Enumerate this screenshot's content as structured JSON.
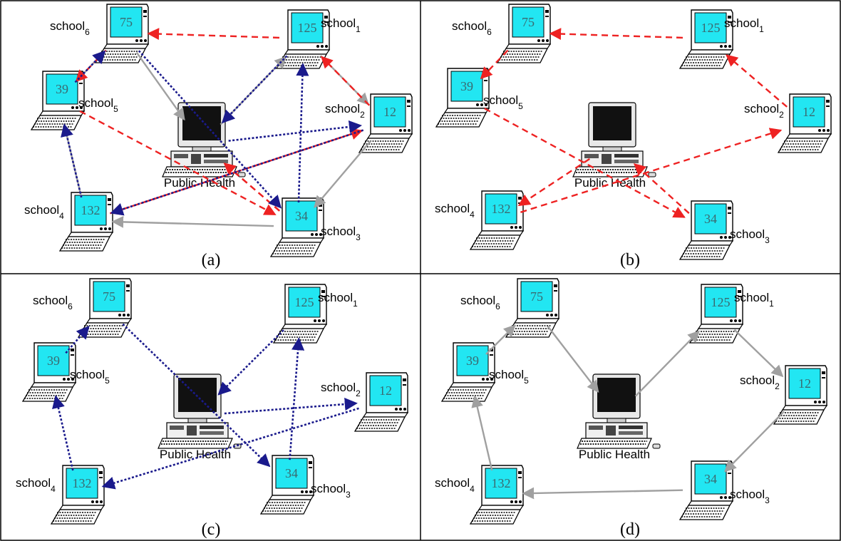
{
  "colors": {
    "grid_line": "#000000",
    "screen": "#22e6f2",
    "monitor_dark": "#1a1a1a",
    "red_dashed": "#ee2222",
    "blue_dotted": "#1a1a8c",
    "gray_solid": "#a0a0a0"
  },
  "hub": {
    "label": "Public Health",
    "icon": "desktop-computer-icon"
  },
  "school_prefix": "school",
  "panels": [
    {
      "caption": "(a)",
      "schools": [
        {
          "sub": "1",
          "value": "125"
        },
        {
          "sub": "2",
          "value": "12"
        },
        {
          "sub": "3",
          "value": "34"
        },
        {
          "sub": "4",
          "value": "132"
        },
        {
          "sub": "5",
          "value": "39"
        },
        {
          "sub": "6",
          "value": "75"
        }
      ],
      "edges": {
        "red_dashed": [
          [
            "s1",
            "s6"
          ],
          [
            "s6",
            "s5"
          ],
          [
            "s5",
            "s3"
          ],
          [
            "s2",
            "s1"
          ],
          [
            "s2",
            "s4"
          ],
          [
            "s3",
            "PH"
          ],
          [
            "s4",
            "s2"
          ],
          [
            "s3",
            "PH"
          ]
        ],
        "blue_dotted": [
          [
            "s1",
            "PH"
          ],
          [
            "s3",
            "s1"
          ],
          [
            "s6",
            "s3"
          ],
          [
            "s5",
            "s6"
          ],
          [
            "s4",
            "s5"
          ],
          [
            "PH",
            "s2"
          ],
          [
            "s2",
            "s4"
          ]
        ],
        "gray_solid": [
          [
            "s6",
            "PH"
          ],
          [
            "PH",
            "s1"
          ],
          [
            "s1",
            "s2"
          ],
          [
            "s2",
            "s3"
          ],
          [
            "s3",
            "s4"
          ],
          [
            "s4",
            "s5"
          ],
          [
            "s5",
            "s6"
          ]
        ]
      }
    },
    {
      "caption": "(b)",
      "schools": [
        {
          "sub": "1",
          "value": "125"
        },
        {
          "sub": "2",
          "value": "12"
        },
        {
          "sub": "3",
          "value": "34"
        },
        {
          "sub": "4",
          "value": "132"
        },
        {
          "sub": "5",
          "value": "39"
        },
        {
          "sub": "6",
          "value": "75"
        }
      ],
      "edges": {
        "red_dashed": [
          [
            "s1",
            "s6"
          ],
          [
            "s6",
            "s5"
          ],
          [
            "s5",
            "s3"
          ],
          [
            "s2",
            "s1"
          ],
          [
            "PH",
            "s4"
          ],
          [
            "s4",
            "s2"
          ],
          [
            "s3",
            "PH"
          ]
        ],
        "blue_dotted": [],
        "gray_solid": []
      }
    },
    {
      "caption": "(c)",
      "schools": [
        {
          "sub": "1",
          "value": "125"
        },
        {
          "sub": "2",
          "value": "12"
        },
        {
          "sub": "3",
          "value": "34"
        },
        {
          "sub": "4",
          "value": "132"
        },
        {
          "sub": "5",
          "value": "39"
        },
        {
          "sub": "6",
          "value": "75"
        }
      ],
      "edges": {
        "red_dashed": [],
        "blue_dotted": [
          [
            "s1",
            "PH"
          ],
          [
            "s3",
            "s1"
          ],
          [
            "s6",
            "s3"
          ],
          [
            "s5",
            "s6"
          ],
          [
            "s4",
            "s5"
          ],
          [
            "PH",
            "s2"
          ],
          [
            "s2",
            "s4"
          ]
        ],
        "gray_solid": []
      }
    },
    {
      "caption": "(d)",
      "schools": [
        {
          "sub": "1",
          "value": "125"
        },
        {
          "sub": "2",
          "value": "12"
        },
        {
          "sub": "3",
          "value": "34"
        },
        {
          "sub": "4",
          "value": "132"
        },
        {
          "sub": "5",
          "value": "39"
        },
        {
          "sub": "6",
          "value": "75"
        }
      ],
      "edges": {
        "red_dashed": [],
        "blue_dotted": [],
        "gray_solid": [
          [
            "s6",
            "PH"
          ],
          [
            "PH",
            "s1"
          ],
          [
            "s1",
            "s2"
          ],
          [
            "s2",
            "s3"
          ],
          [
            "s3",
            "s4"
          ],
          [
            "s4",
            "s5"
          ],
          [
            "s5",
            "s6"
          ]
        ]
      }
    }
  ]
}
